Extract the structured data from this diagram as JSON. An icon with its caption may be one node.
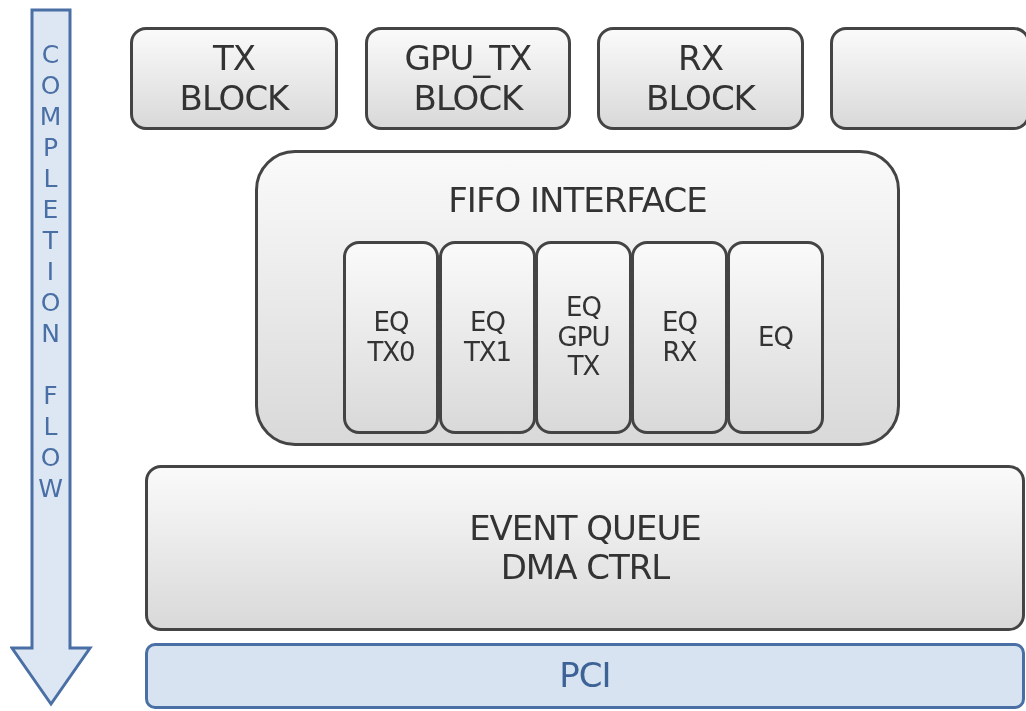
{
  "diagram": {
    "nodes": [
      {
        "text": [
          "TX BLOCK"
        ]
      },
      {
        "text": [
          "GPU_TX BLOCK"
        ]
      },
      {
        "text": [
          "RX BLOCK"
        ]
      },
      {
        "text": [],
        "shape": "box"
      },
      {
        "text": [
          "FIFO INTERFACE"
        ]
      },
      {
        "text": [
          "EQ TX0"
        ],
        "in": 4
      },
      {
        "text": [
          "EQ TX1"
        ],
        "in": 4
      },
      {
        "text": [
          "EQ GPU TX"
        ],
        "in": 4
      },
      {
        "text": [
          "EQ RX"
        ],
        "in": 4
      },
      {
        "text": [
          "EQ"
        ],
        "in": 4
      },
      {
        "text": [
          "EVENT QUEUE DMA CTRL"
        ]
      },
      {
        "text": [
          "PCI"
        ]
      }
    ],
    "labels": [
      "COMPLETION FLOW"
    ]
  }
}
